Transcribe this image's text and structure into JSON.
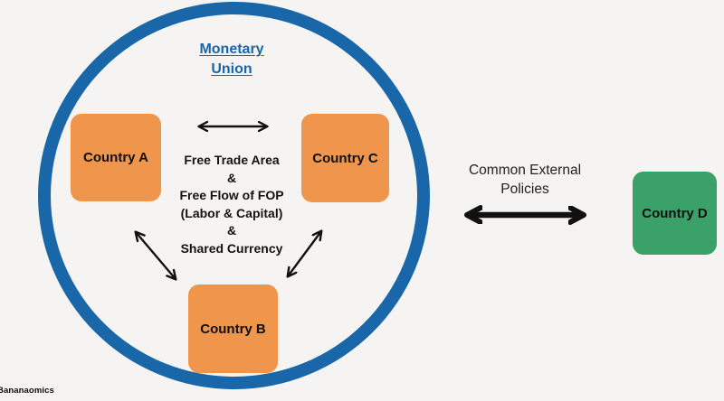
{
  "colors": {
    "background": "#f5f4f2",
    "circle_blue": "#1966a8",
    "title_blue": "#1b64a8",
    "country_orange": "#f0954c",
    "country_green": "#3aa268",
    "arrow_black": "#111111"
  },
  "union": {
    "title_line1": "Monetary",
    "title_line2": "Union",
    "center_lines": {
      "0": "Free Trade Area",
      "1": "&",
      "2": "Free Flow of FOP",
      "3": "(Labor & Capital)",
      "4": "&",
      "5": "Shared Currency"
    },
    "countries": {
      "a": "Country A",
      "b": "Country B",
      "c": "Country C"
    }
  },
  "external": {
    "label_line1": "Common External",
    "label_line2": "Policies",
    "country_d": "Country D"
  },
  "watermark": "Bananaomics"
}
